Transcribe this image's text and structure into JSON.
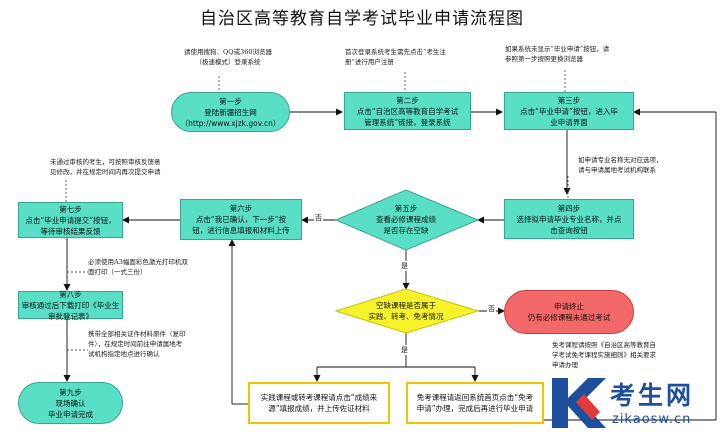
{
  "title": "自治区高等教育自学考试毕业申请流程图",
  "notes": {
    "n1": [
      "请使用搜狗、QQ或360浏览器",
      "（极速模式）登录系统"
    ],
    "n2": [
      "首次登录系统考生需先点击“考生注",
      "册”进行用户注册"
    ],
    "n3": [
      "如果系统未显示“毕业申请”按钮，请",
      "参照第一步按照更换浏览器"
    ],
    "n4": [
      "如申请专业名称无对应选项，",
      "请与申请属地考试机构联系"
    ],
    "n5": [
      "未通过审核的考生，可按照审核反馈意",
      "见修改，并在规定时间内再次提交申请"
    ],
    "n6": [
      "必须使用A3幅面彩色激光打印机双",
      "面打印（一式三份）"
    ],
    "n7": [
      "携带全部相关证件材料原件（复印",
      "件），在规定时间前往申请属地考",
      "试机构指定地点进行确认"
    ],
    "n8": [
      "免考课程请按照《自治区高等教育自",
      "学考试免考课程实施细则》相关要求",
      "申请办理"
    ]
  },
  "steps": {
    "s1": {
      "title": "第一步",
      "lines": [
        "登陆新疆招生网",
        "（http://www.xjzk.gov.cn）"
      ]
    },
    "s2": {
      "title": "第二步",
      "lines": [
        "点击“自治区高等教育自学考试",
        "管理系统”链接，登录系统"
      ]
    },
    "s3": {
      "title": "第三步",
      "lines": [
        "点击“毕业申请”按钮，进入毕",
        "业申请界面"
      ]
    },
    "s4": {
      "title": "第四步",
      "lines": [
        "选择拟申请毕业专业名称，并点",
        "击查询按钮"
      ]
    },
    "s5": {
      "title": "第五步",
      "lines": [
        "查看必修课程成绩",
        "是否存在空缺"
      ]
    },
    "s6": {
      "title": "第六步",
      "lines": [
        "点击“我已确认，下一步”按",
        "钮，进行信息填报和材料上传"
      ]
    },
    "s7": {
      "title": "第七步",
      "lines": [
        "点击“毕业申请提交”按钮，",
        "等待审核结果反馈"
      ]
    },
    "s8": {
      "title": "第八步",
      "lines": [
        "审核通过后下载打印《毕业生",
        "审批登记表》"
      ]
    },
    "s9": {
      "title": "第九步",
      "lines": [
        "现场确认",
        "毕业申请完成"
      ]
    }
  },
  "decision2": {
    "lines": [
      "空缺课程是否属于",
      "实践、转考、免考情况"
    ]
  },
  "end": {
    "lines": [
      "申请终止",
      "仍有必修课程未通过考试"
    ]
  },
  "yellow1": {
    "lines": [
      "实践课程或转考课程请点击“成绩来",
      "源”填报成绩，并上传佐证材料"
    ]
  },
  "yellow2": {
    "lines": [
      "免考课程请返回系统首页点击“免考",
      "申请”办理，完成后再进行毕业申请"
    ]
  },
  "labels": {
    "no1": "否",
    "yes1": "是",
    "yes2": "是",
    "no2": "否"
  },
  "watermark": {
    "brand": "考生网",
    "url": "zikaosw.cn",
    "logo": "K"
  }
}
